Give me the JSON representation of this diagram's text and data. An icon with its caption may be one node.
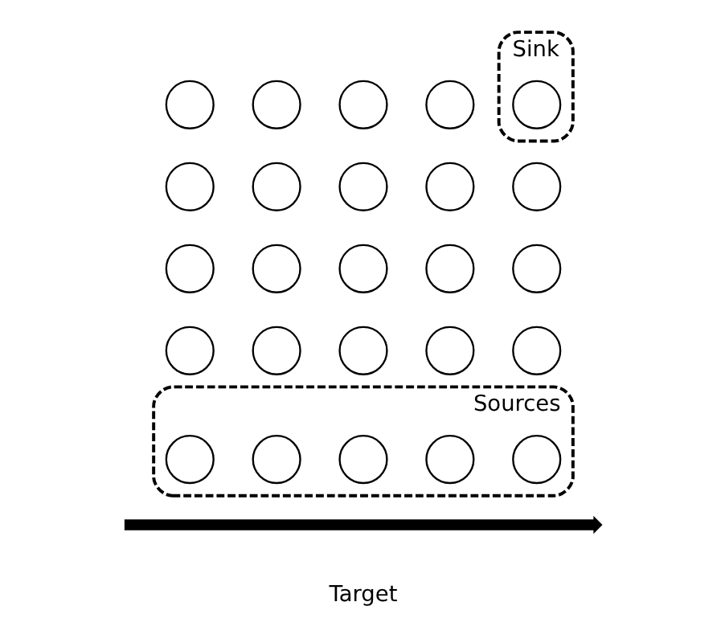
{
  "diagram": {
    "nodes": [
      {
        "text": [],
        "shape": "circle"
      },
      {
        "text": [],
        "shape": "circle"
      },
      {
        "text": [],
        "shape": "circle"
      },
      {
        "text": [],
        "shape": "circle"
      },
      {
        "text": [
          "Sink"
        ]
      },
      {
        "text": [],
        "shape": "circle",
        "in": 4
      },
      {
        "text": [],
        "shape": "circle"
      },
      {
        "text": [],
        "shape": "circle"
      },
      {
        "text": [],
        "shape": "circle"
      },
      {
        "text": [],
        "shape": "circle"
      },
      {
        "text": [],
        "shape": "circle"
      },
      {
        "text": [],
        "shape": "circle"
      },
      {
        "text": [],
        "shape": "circle"
      },
      {
        "text": [],
        "shape": "circle"
      },
      {
        "text": [],
        "shape": "circle"
      },
      {
        "text": [],
        "shape": "circle"
      },
      {
        "text": [],
        "shape": "circle"
      },
      {
        "text": [],
        "shape": "circle"
      },
      {
        "text": [],
        "shape": "circle"
      },
      {
        "text": [],
        "shape": "circle"
      },
      {
        "text": [],
        "shape": "circle"
      },
      {
        "text": [
          "Sources"
        ]
      },
      {
        "text": [],
        "shape": "circle",
        "in": 21
      },
      {
        "text": [],
        "shape": "circle",
        "in": 21
      },
      {
        "text": [],
        "shape": "circle",
        "in": 21
      },
      {
        "text": [],
        "shape": "circle",
        "in": 21
      },
      {
        "text": [],
        "shape": "circle",
        "in": 21
      }
    ],
    "edges": [],
    "labels": [
      "Target"
    ]
  }
}
